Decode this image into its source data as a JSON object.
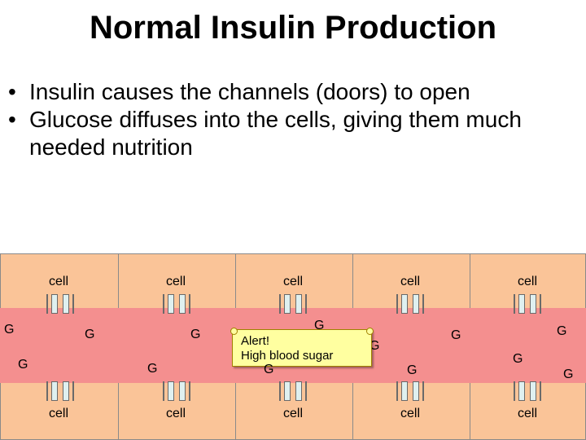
{
  "slide": {
    "title": "Normal Insulin Production",
    "bullets": [
      "Insulin causes the channels (doors) to open",
      "Glucose diffuses into the cells, giving them much needed nutrition"
    ]
  },
  "diagram": {
    "cell_label": "cell",
    "glucose_label": "G",
    "alert_lines": [
      "Alert!",
      "High blood sugar"
    ]
  },
  "colors": {
    "cell_fill": "#fac498",
    "vessel_fill": "#f48f8f",
    "channel_fill": "#dff0f0",
    "note_fill": "#ffffa0"
  }
}
